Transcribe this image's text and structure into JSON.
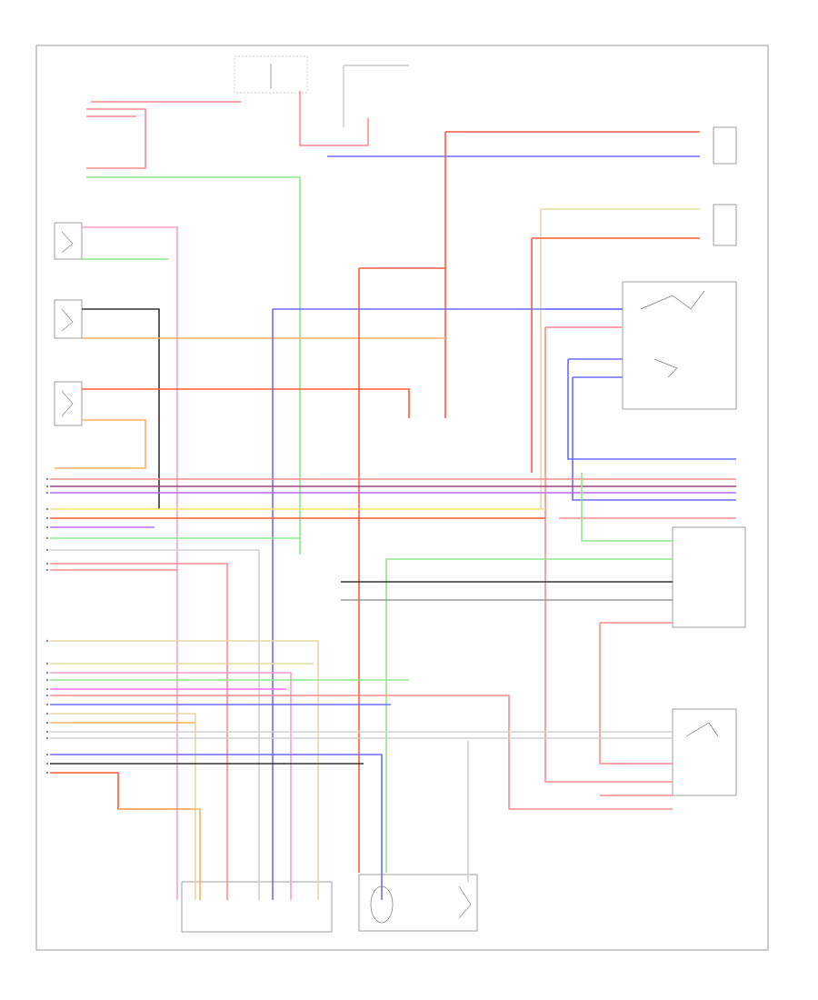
{
  "diagram": {
    "title": "",
    "footer_code": "",
    "wire_colors": {
      "red": "#ff8a8a",
      "pink": "#ff9ccc",
      "orange_red": "#ff5a3a",
      "orange": "#ffae60",
      "yellow": "#f2e06a",
      "tan": "#e6d9a3",
      "green": "#8ee88e",
      "light_green": "#b8f0b8",
      "blue": "#6b6bff",
      "violet": "#b86bff",
      "magenta": "#ff6bff",
      "purple": "#a04080",
      "gray": "#9a9a9a",
      "light_gray": "#d0d0d0",
      "dark": "#333333"
    },
    "components": [
      {
        "id": "ignition-switch"
      },
      {
        "id": "junction-block"
      },
      {
        "id": "relay-upper"
      },
      {
        "id": "sensor-a"
      },
      {
        "id": "sensor-b"
      },
      {
        "id": "sensor-c"
      },
      {
        "id": "module-right"
      },
      {
        "id": "switch-right"
      },
      {
        "id": "relay-lower-right"
      },
      {
        "id": "control-module-bottom"
      },
      {
        "id": "motor-bottom"
      }
    ]
  }
}
